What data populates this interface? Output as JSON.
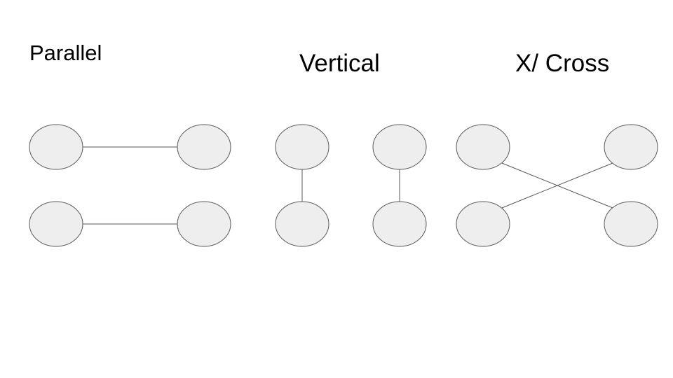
{
  "labels": {
    "parallel": "Parallel",
    "vertical": "Vertical",
    "cross": "X/ Cross"
  },
  "colors": {
    "node_fill": "#eeeeee",
    "node_stroke": "#595959",
    "edge_stroke": "#595959",
    "text": "#000000",
    "background": "#ffffff"
  }
}
